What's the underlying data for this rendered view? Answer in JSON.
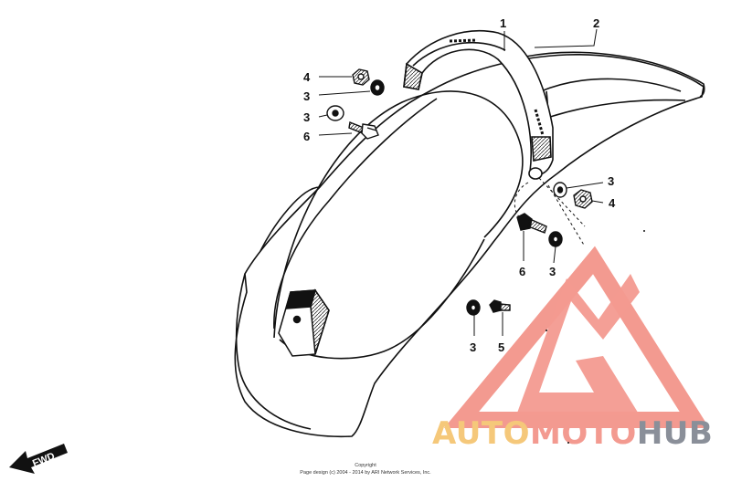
{
  "callouts": {
    "c1": "1",
    "c2": "2",
    "c3a": "3",
    "c3b": "3",
    "c3c": "3",
    "c3d": "3",
    "c3e": "3",
    "c4a": "4",
    "c4b": "4",
    "c5": "5",
    "c6a": "6",
    "c6b": "6"
  },
  "fwd_label": "FWD",
  "copyright": {
    "line1": "Copyright",
    "line2": "Page design (c) 2004 - 2014 by ARI Network Services, Inc."
  },
  "watermark": {
    "part1": "AUTO",
    "part2": "MOTO",
    "part3": "HUB",
    "colors": {
      "auto": "#f5c87a",
      "moto": "#f39a90",
      "hub": "#8a8f99",
      "logo": "#f39a90"
    }
  }
}
